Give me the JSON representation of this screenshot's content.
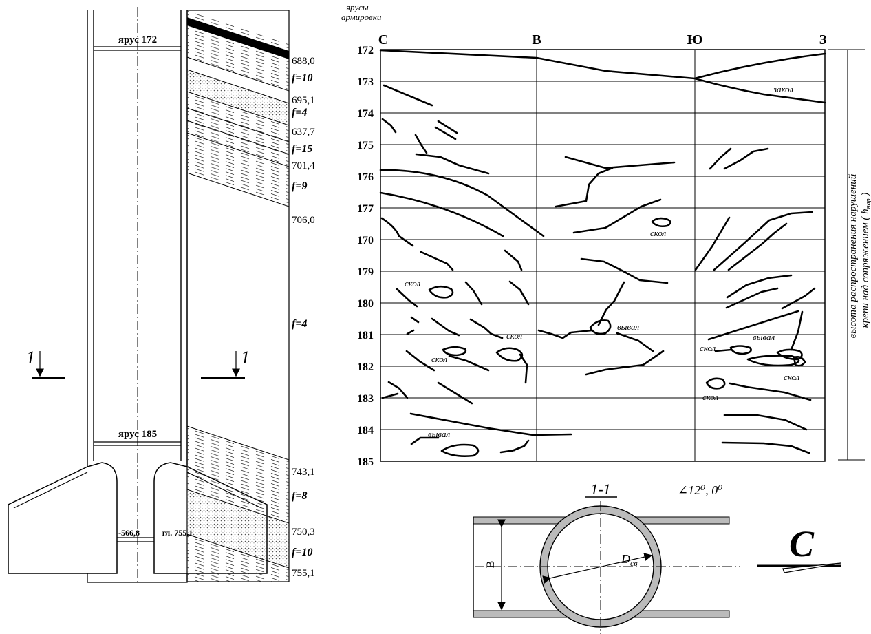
{
  "shaft_section": {
    "tiers": [
      {
        "key": "top",
        "label": "ярус 172"
      },
      {
        "key": "bottom",
        "label": "ярус 185"
      }
    ],
    "chamber_labels": [
      "-566,8",
      "гл. 755,1"
    ],
    "section_mark": "1"
  },
  "strata": {
    "entries": [
      {
        "text": "688,0",
        "kind": "depth"
      },
      {
        "text": "f=10",
        "kind": "hardness"
      },
      {
        "text": "695,1",
        "kind": "depth"
      },
      {
        "text": "f=4",
        "kind": "hardness"
      },
      {
        "text": "637,7",
        "kind": "depth"
      },
      {
        "text": "f=15",
        "kind": "hardness"
      },
      {
        "text": "701,4",
        "kind": "depth"
      },
      {
        "text": "f=9",
        "kind": "hardness"
      },
      {
        "text": "706,0",
        "kind": "depth"
      },
      {
        "text": "f=4",
        "kind": "hardness"
      },
      {
        "text": "743,1",
        "kind": "depth"
      },
      {
        "text": "f=8",
        "kind": "hardness"
      },
      {
        "text": "750,3",
        "kind": "depth"
      },
      {
        "text": "f=10",
        "kind": "hardness"
      },
      {
        "text": "755,1",
        "kind": "depth"
      }
    ]
  },
  "scan": {
    "tier_axis_title": [
      "ярусы",
      "армировки"
    ],
    "tiers": [
      "172",
      "173",
      "174",
      "175",
      "176",
      "177",
      "170",
      "179",
      "180",
      "181",
      "182",
      "183",
      "184",
      "185"
    ],
    "directions": [
      "С",
      "В",
      "Ю",
      "З"
    ],
    "height_label_lines": [
      "высота распространения нарушений",
      "крепи над сопряжением ( h",
      "нар"
    ],
    "annotations": [
      {
        "text": "закол"
      },
      {
        "text": "скол"
      },
      {
        "text": "скол"
      },
      {
        "text": "вывал"
      },
      {
        "text": "скол"
      },
      {
        "text": "скол"
      },
      {
        "text": "вывал"
      },
      {
        "text": "скол"
      },
      {
        "text": "скол"
      },
      {
        "text": "скол"
      },
      {
        "text": "вывал"
      }
    ]
  },
  "plan_section": {
    "title": "1-1",
    "angle": "∠12⁰, 0⁰",
    "diameter_label": "D",
    "diameter_sub": "св",
    "width_label": "B",
    "north_letter": "С"
  }
}
